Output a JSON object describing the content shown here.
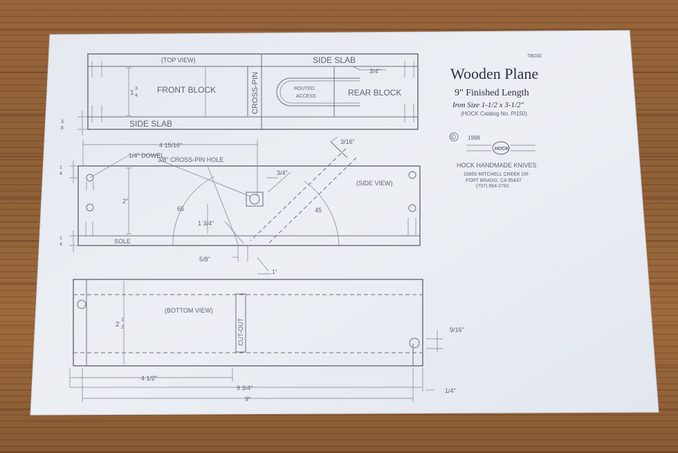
{
  "title": {
    "main": "Wooden Plane",
    "subtitle": "9\" Finished Length",
    "iron_size": "Iron Size 1-1/2 x 3-1/2\"",
    "catalog": "(HOCK Catalog No. PI150)",
    "plan_number": "TB030"
  },
  "maker": {
    "copyright_symbol": "©",
    "year": "1998",
    "logo_text": "HOCK",
    "name": "HOCK HANDMADE KNIVES",
    "address1": "16650 MITCHELL CREEK DR",
    "address2": "FORT BRAGG, CA 95437",
    "phone": "(707) 964-2782"
  },
  "top_view": {
    "view_label": "(TOP VIEW)",
    "side_slab_top": "SIDE SLAB",
    "side_slab_bottom": "SIDE SLAB",
    "front_block": "FRONT BLOCK",
    "cross_pin": "CROSS-PIN",
    "routed_access_1": "ROUTED",
    "routed_access_2": "ACCESS",
    "rear_block": "REAR BLOCK",
    "dim_3_4": "3/4\"",
    "dim_width_whole": "1",
    "dim_width_num": "3",
    "dim_width_den": "4",
    "dim_slab_num": "3",
    "dim_slab_den": "8"
  },
  "side_view": {
    "view_label": "(SIDE VIEW)",
    "sole": "SOLE",
    "dowel": "1/4\" DOWEL",
    "cross_pin_hole": "3/8\" CROSS-PIN HOLE",
    "dim_4_15_16": "4 15/16\"",
    "dim_3_16": "3/16\"",
    "dim_3_4": "3/4\"",
    "dim_2": "2\"",
    "dim_1_3_4": "1 3/4\"",
    "angle_65": "65",
    "angle_45": "45",
    "dim_5_8": "5/8\"",
    "dim_1": "1\"",
    "dim_left_top_num": "1",
    "dim_left_top_den": "4",
    "dim_left_bot_num": "1",
    "dim_left_bot_den": "4"
  },
  "bottom_view": {
    "view_label": "(BOTTOM VIEW)",
    "cut_out": "CUT-OUT",
    "dim_width_whole": "2",
    "dim_width_num": "1",
    "dim_width_den": "2",
    "dim_9_16": "9/16\"",
    "dim_4_1_2": "4 1/2\"",
    "dim_9_3_4": "9 3/4\"",
    "dim_9": "9\"",
    "dim_1_4": "1/4\""
  },
  "colors": {
    "paper": "#e9ecf2",
    "ink": "#5e6270",
    "wood": "#8b5a31"
  }
}
